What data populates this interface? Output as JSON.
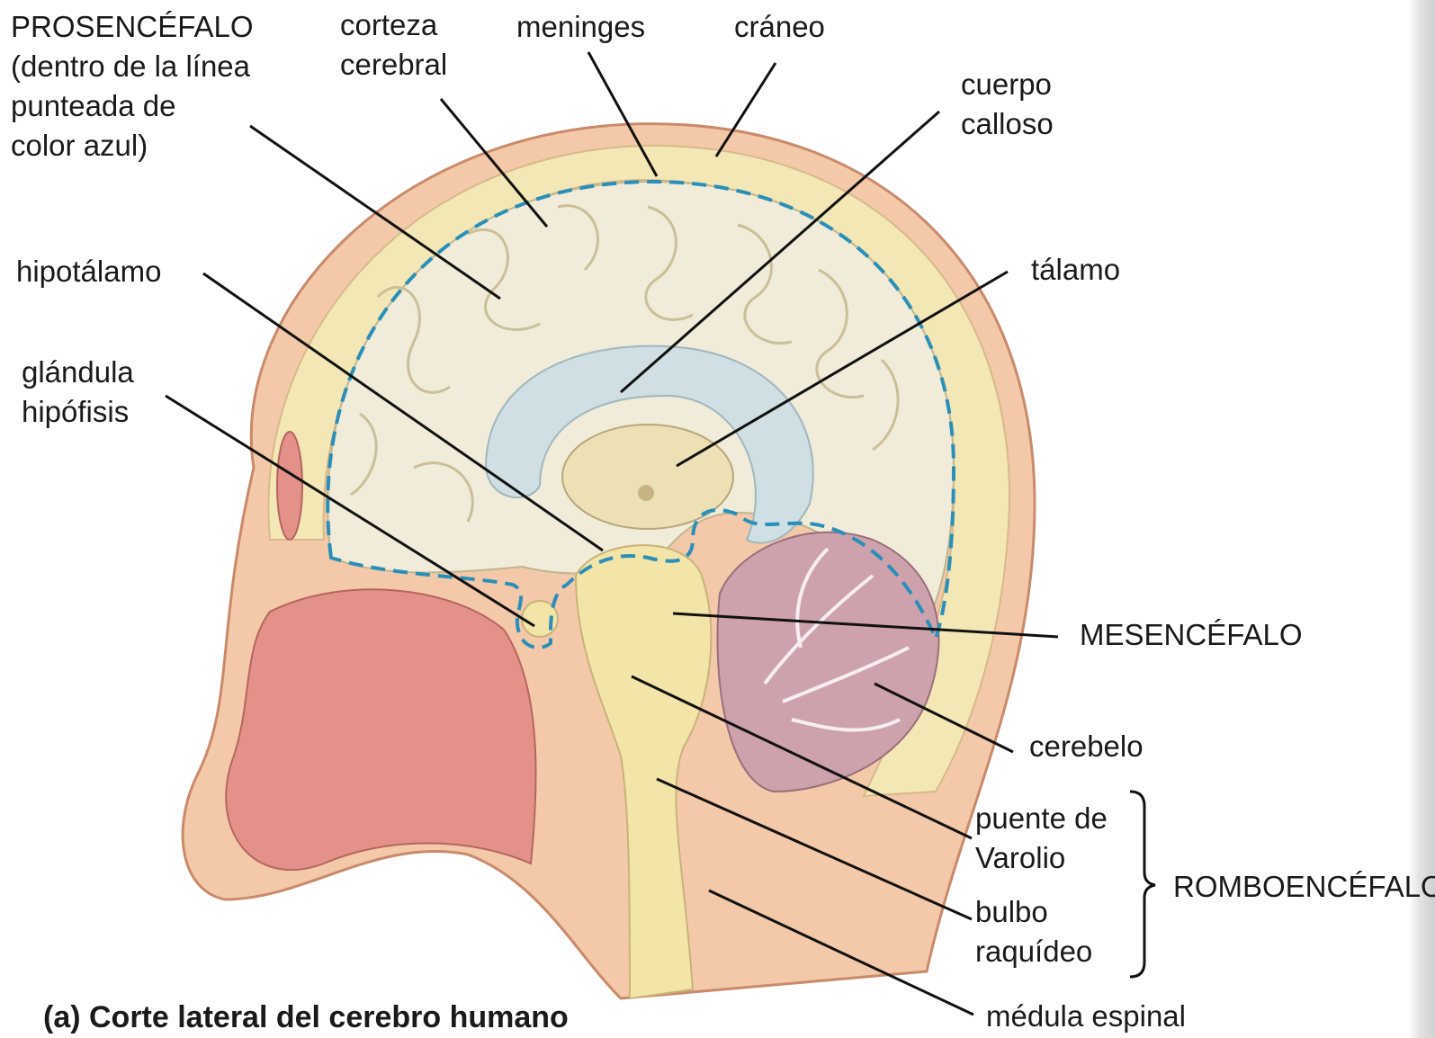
{
  "labels": {
    "prosencefalo": "PROSENCÉFALO\n(dentro de la línea\npunteada de\ncolor azul)",
    "corteza": "corteza\ncerebral",
    "meninges": "meninges",
    "craneo": "cráneo",
    "cuerpo_calloso": "cuerpo\ncalloso",
    "hipotalamo": "hipotálamo",
    "talamo": "tálamo",
    "glandula": "glándula\nhipófisis",
    "mesencefalo": "MESENCÉFALO",
    "cerebelo": "cerebelo",
    "puente": "puente de\nVarolio",
    "bulbo": "bulbo\nraquídeo",
    "romboencefalo": "ROMBOENCÉFALO",
    "medula": "médula espinal"
  },
  "caption": "(a) Corte lateral del cerebro humano",
  "colors": {
    "skin": "#f3c9a9",
    "skull": "#f4e7b6",
    "brain": "#f1ecd9",
    "ventricle": "#cfdfe3",
    "thalamus": "#ede0b4",
    "cerebellum": "#cda2ad",
    "nasal": "#e4918a",
    "boundary": "#2a8fb8",
    "leader": "#111111"
  }
}
